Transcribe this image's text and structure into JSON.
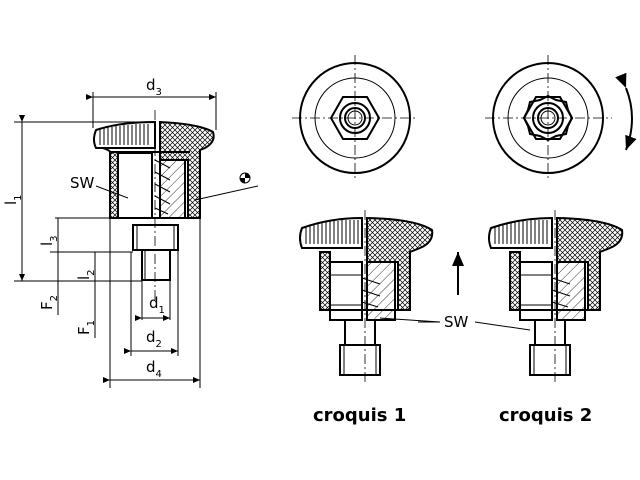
{
  "labels": {
    "d3": "d",
    "d3_sub": "3",
    "l1": "l",
    "l1_sub": "1",
    "l3": "l",
    "l3_sub": "3",
    "l2": "l",
    "l2_sub": "2",
    "F2": "F",
    "F2_sub": "2",
    "F1": "F",
    "F1_sub": "1",
    "d1": "d",
    "d1_sub": "1",
    "d2": "d",
    "d2_sub": "2",
    "d4": "d",
    "d4_sub": "4",
    "sw_left": "SW",
    "sw_right": "SW"
  },
  "captions": {
    "sketch1": "croquis 1",
    "sketch2": "croquis 2"
  }
}
